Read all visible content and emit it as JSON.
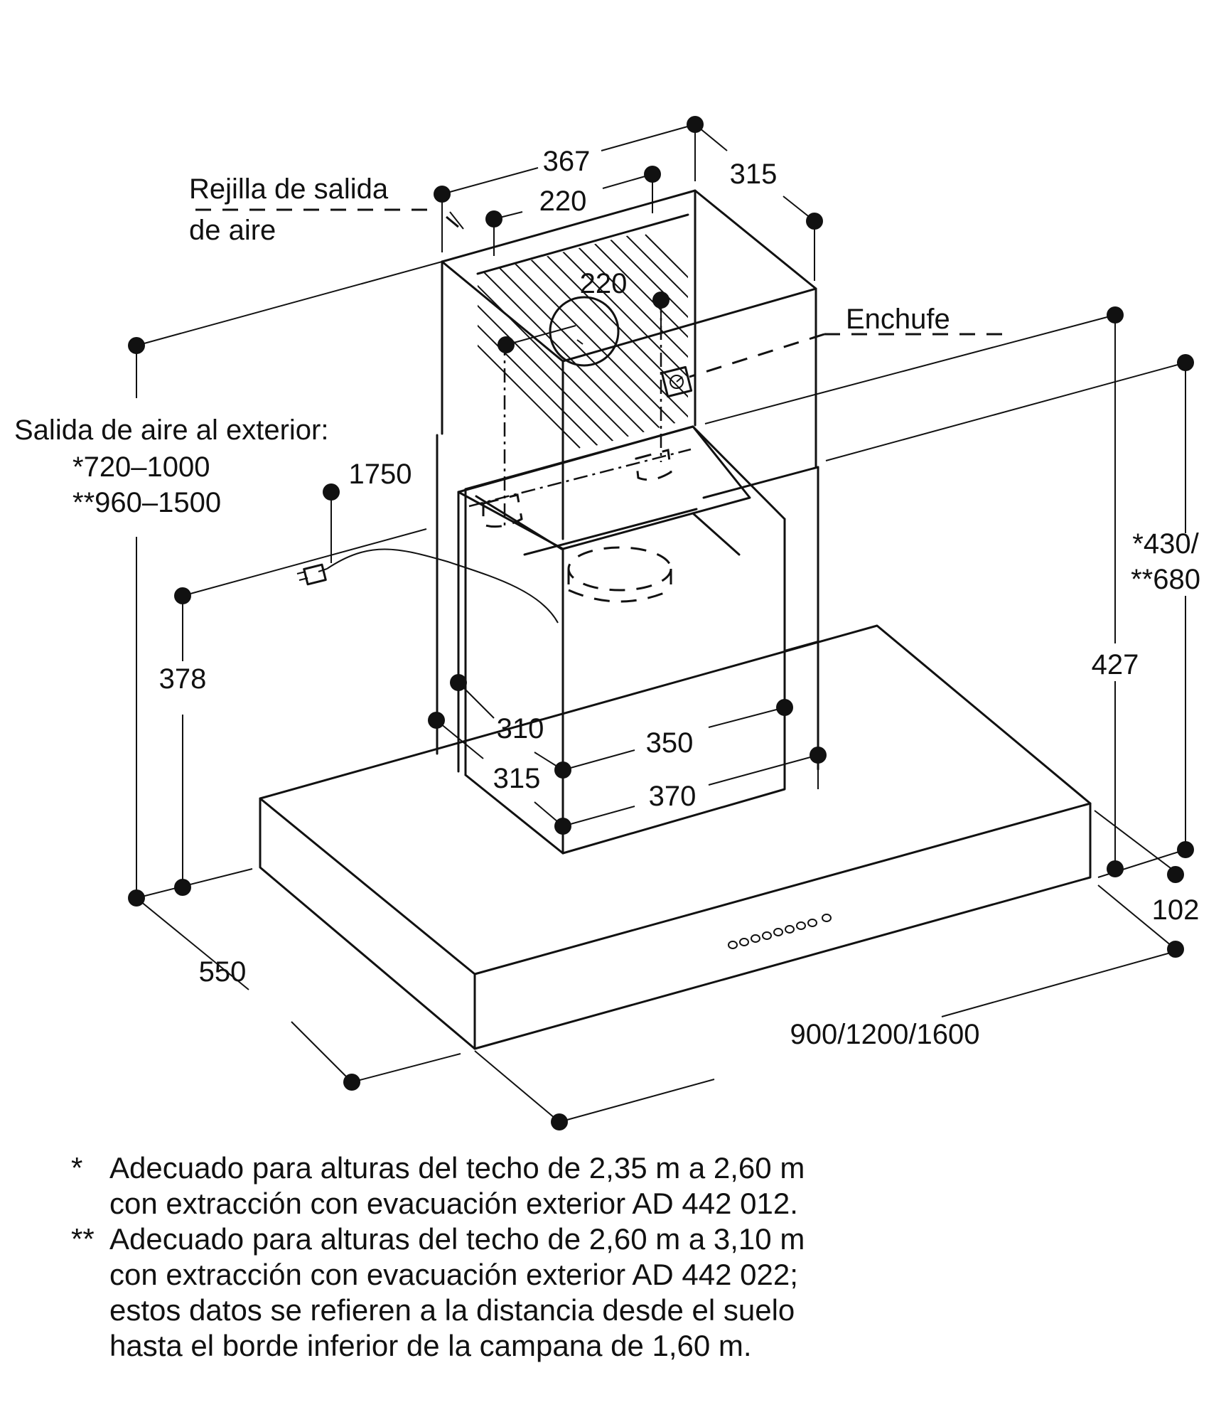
{
  "labels": {
    "rejilla": [
      "Rejilla de salida",
      "de aire"
    ],
    "enchufe": "Enchufe",
    "salida": [
      "Salida de aire al exterior:",
      "*720–1000",
      "**960–1500"
    ]
  },
  "dimensions": {
    "d367": "367",
    "d315_top": "315",
    "d220_top": "220",
    "d220_mid": "220",
    "d1750": "1750",
    "d430_680": [
      "*430/",
      "**680"
    ],
    "d427": "427",
    "d378": "378",
    "d310": "310",
    "d315_low": "315",
    "d350": "350",
    "d370": "370",
    "d102": "102",
    "d550": "550",
    "d900": "900/1200/1600"
  },
  "notes": [
    {
      "mark": "*",
      "lines": [
        "Adecuado para alturas del techo de 2,35 m a 2,60 m",
        "con extracción con evacuación exterior AD 442 012."
      ]
    },
    {
      "mark": "**",
      "lines": [
        "Adecuado para alturas del techo de 2,60 m a 3,10 m",
        "con extracción con evacuación exterior AD 442 022;",
        "estos datos se refieren a la distancia desde el suelo",
        "hasta el borde inferior de la campana de 1,60 m."
      ]
    }
  ]
}
